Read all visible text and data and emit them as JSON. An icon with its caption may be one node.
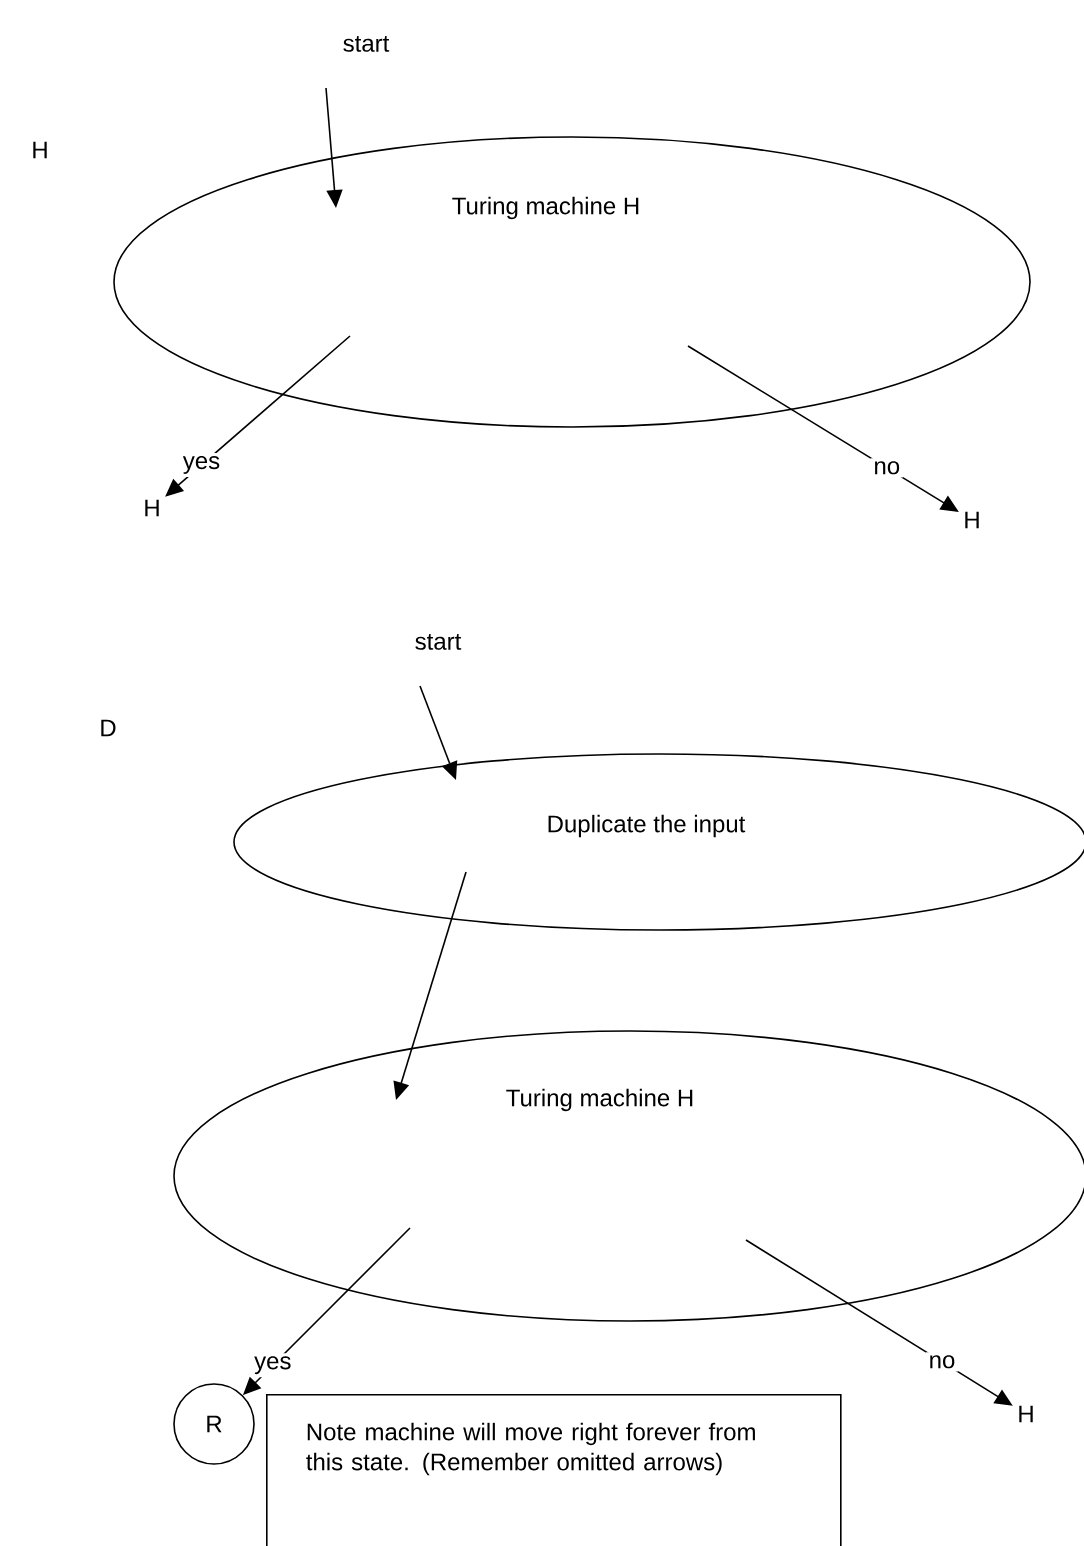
{
  "diagram": {
    "nodes": [
      {
        "text": [
          "start"
        ]
      },
      {
        "text": [
          "Turing machine H"
        ]
      },
      {
        "text": [
          "H"
        ]
      },
      {
        "text": [
          "H"
        ]
      },
      {
        "text": [
          "start"
        ]
      },
      {
        "text": [
          "Duplicate the input"
        ]
      },
      {
        "text": [
          "Turing machine H"
        ]
      },
      {
        "text": [
          "R"
        ]
      },
      {
        "text": [
          "H"
        ]
      },
      {
        "text": [
          "Note machine will move right forever from this state. (Remember omitted arrows)"
        ]
      }
    ],
    "edges": [
      {
        "from": 0,
        "to": 1,
        "arrow": "to"
      },
      {
        "from": 1,
        "to": 2,
        "arrow": "to",
        "label": "yes"
      },
      {
        "from": 1,
        "to": 3,
        "arrow": "to",
        "label": "no"
      },
      {
        "from": 4,
        "to": 5,
        "arrow": "to"
      },
      {
        "from": 5,
        "to": 6,
        "arrow": "to"
      },
      {
        "from": 6,
        "to": 7,
        "arrow": "to",
        "label": "yes"
      },
      {
        "from": 6,
        "to": 8,
        "arrow": "to",
        "label": "no"
      }
    ],
    "labels": [
      "H",
      "D"
    ]
  }
}
